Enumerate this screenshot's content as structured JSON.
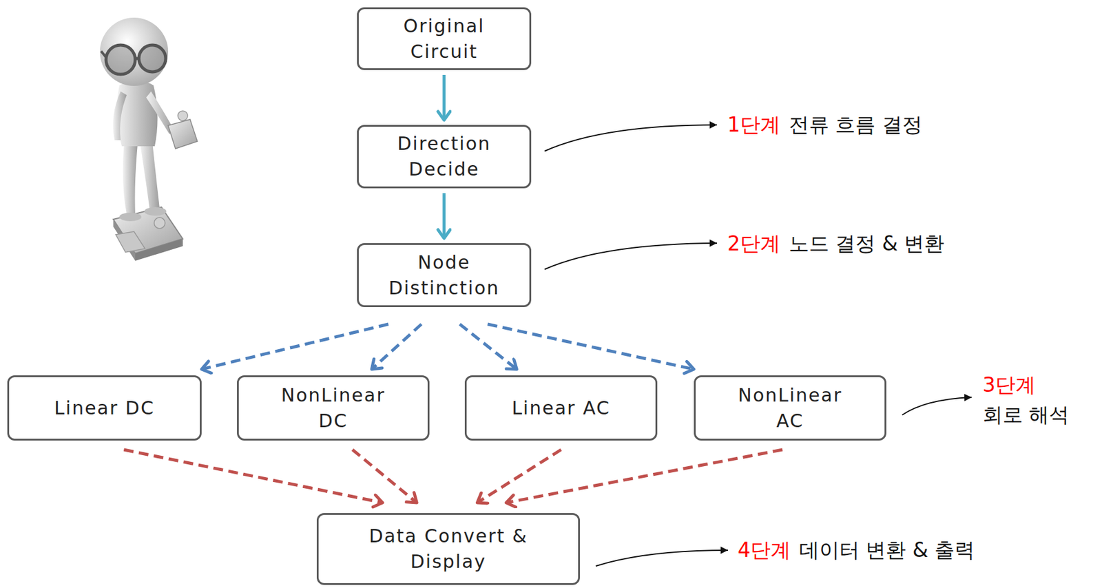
{
  "diagram": {
    "nodes": [
      {
        "text": [
          "Original Circuit"
        ]
      },
      {
        "text": [
          "Direction Decide"
        ]
      },
      {
        "text": [
          "Node Distinction"
        ]
      },
      {
        "text": [
          "Linear DC"
        ]
      },
      {
        "text": [
          "NonLinear DC"
        ]
      },
      {
        "text": [
          "Linear AC"
        ]
      },
      {
        "text": [
          "NonLinear AC"
        ]
      },
      {
        "text": [
          "Data Convert & Display"
        ]
      }
    ],
    "edges": [
      {
        "from": 0,
        "to": 1,
        "arrow": "to"
      },
      {
        "from": 1,
        "to": 2,
        "arrow": "to"
      },
      {
        "from": 2,
        "to": 3,
        "arrow": "to"
      },
      {
        "from": 2,
        "to": 4,
        "arrow": "to"
      },
      {
        "from": 2,
        "to": 5,
        "arrow": "to"
      },
      {
        "from": 2,
        "to": 6,
        "arrow": "to"
      },
      {
        "from": 3,
        "to": 7,
        "arrow": "to"
      },
      {
        "from": 4,
        "to": 7,
        "arrow": "to"
      },
      {
        "from": 5,
        "to": 7,
        "arrow": "to"
      },
      {
        "from": 6,
        "to": 7,
        "arrow": "to"
      }
    ],
    "labels": [
      "1단계",
      "전류 흐름 결정",
      "2단계",
      "노드 결정 & 변환",
      "3단계",
      "회로 해석",
      "4단계",
      "데이터 변환 & 출력"
    ]
  }
}
